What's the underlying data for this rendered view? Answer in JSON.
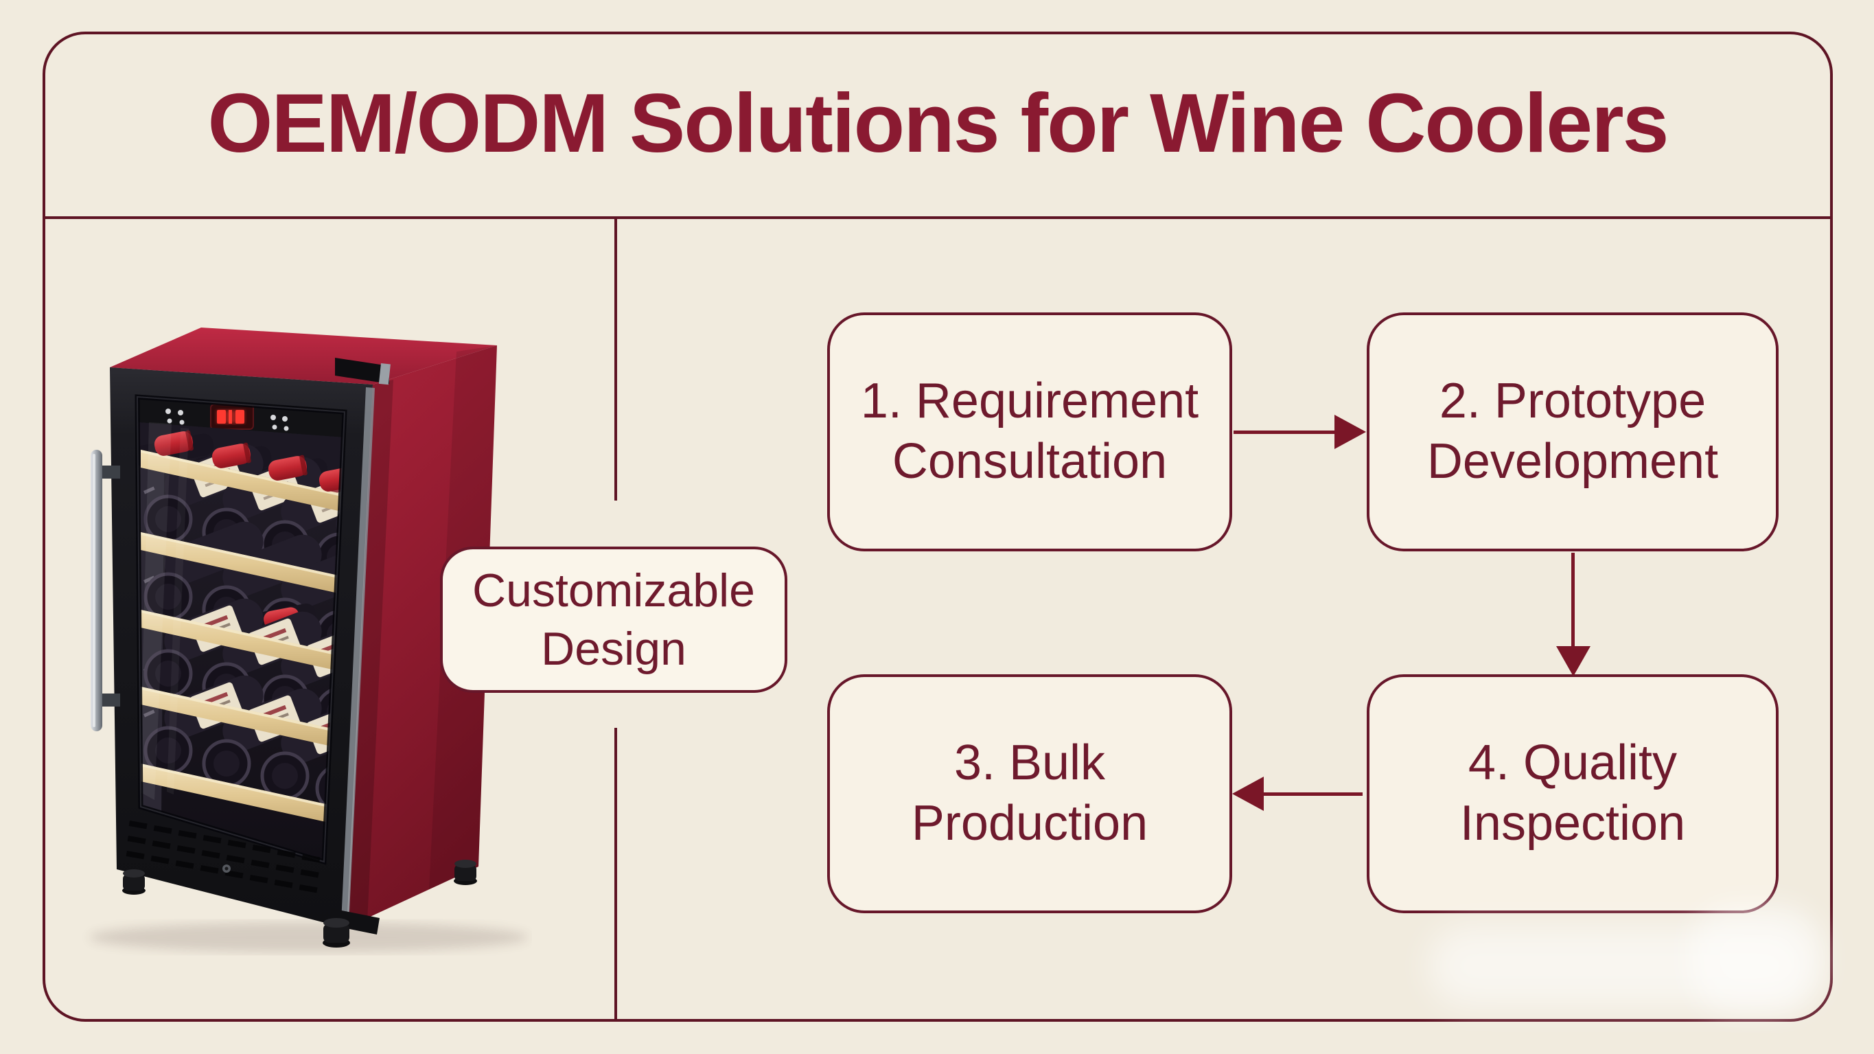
{
  "title": "OEM/ODM Solutions for Wine Coolers",
  "product": {
    "label": "Customizable Design",
    "illustration": "red-wine-cooler-with-glass-door-and-wine-bottles"
  },
  "process": {
    "steps": [
      {
        "id": 1,
        "label": "1. Requirement Consultation"
      },
      {
        "id": 2,
        "label": "2. Prototype Development"
      },
      {
        "id": 3,
        "label": "3. Bulk Production"
      },
      {
        "id": 4,
        "label": "4. Quality Inspection"
      }
    ],
    "arrows": [
      {
        "from": 1,
        "to": 2,
        "direction": "right"
      },
      {
        "from": 2,
        "to": 4,
        "direction": "down"
      },
      {
        "from": 4,
        "to": 3,
        "direction": "left"
      }
    ]
  },
  "colors": {
    "background": "#f1ebde",
    "frame_border": "#5e1424",
    "box_fill": "#f8f2e6",
    "box_border": "#67172a",
    "title_text": "#8a1a31",
    "body_text": "#6e1a2d",
    "arrow": "#7a1627",
    "cooler_red": "#a01c31",
    "shelf_wood": "#e2c994"
  }
}
